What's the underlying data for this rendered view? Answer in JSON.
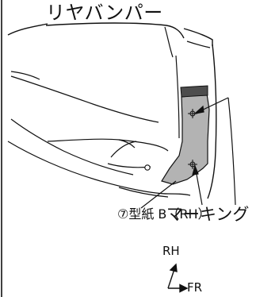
{
  "labels": {
    "part_name": "リヤバンパー",
    "template": "⑦型紙 B（RH）",
    "marking": "マーキング"
  },
  "orientation": {
    "up": "RH",
    "right": "FR"
  },
  "colors": {
    "line": "#111111",
    "template_fill": "#b3b3b3",
    "template_tab": "#4d4d4d",
    "background": "#ffffff"
  }
}
